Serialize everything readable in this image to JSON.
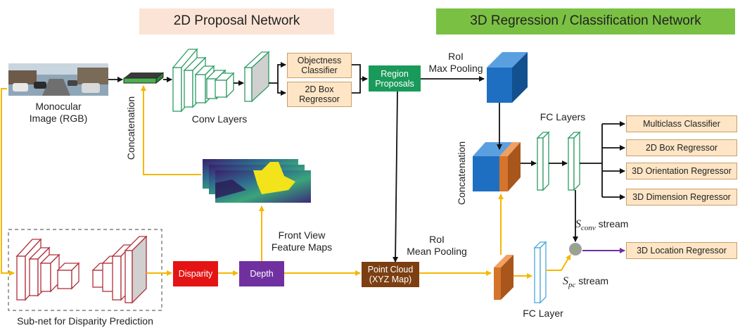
{
  "banners": {
    "proposal_network": "2D Proposal Network",
    "regression_network": "3D Regression / Classification Network"
  },
  "labels": {
    "monocular_image": "Monocular\nImage (RGB)",
    "conv_layers": "Conv Layers",
    "concatenation_left": "Concatenation",
    "roi_max_pooling": "RoI\nMax Pooling",
    "fc_layers": "FC Layers",
    "concatenation_right": "Concatenation",
    "front_view_feature_maps": "Front View\nFeature Maps",
    "roi_mean_pooling": "RoI\nMean Pooling",
    "subnet_disparity": "Sub-net for Disparity Prediction",
    "fc_layer": "FC Layer",
    "s_conv_stream_symbol": "S",
    "s_conv_stream_sub": "conv",
    "s_conv_stream_word": "stream",
    "s_pc_stream_symbol": "S",
    "s_pc_stream_sub": "pc",
    "s_pc_stream_word": "stream"
  },
  "boxes": {
    "objectness_classifier": "Objectness\nClassifier",
    "box_regressor_2d_proposal": "2D Box\nRegressor",
    "region_proposals": "Region\nProposals",
    "disparity": "Disparity",
    "depth": "Depth",
    "point_cloud": "Point Cloud\n(XYZ Map)"
  },
  "outputs": {
    "multiclass_classifier": "Multiclass Classifier",
    "box_regressor_2d": "2D Box Regressor",
    "orientation_regressor_3d": "3D Orientation Regressor",
    "dimension_regressor_3d": "3D Dimension Regressor",
    "location_regressor_3d": "3D Location Regressor"
  },
  "colors": {
    "proposal_banner": "#fbe4d5",
    "regression_banner": "#7ac143",
    "yellow_arrow": "#f5b800",
    "region_proposals": "#1a9a5a",
    "disparity": "#e41414",
    "depth": "#7030a0",
    "point_cloud": "#7b3f12",
    "blue_block": "#1e6fc2",
    "orange_block": "#d5742c",
    "purple_arrow": "#7030a0",
    "sum_node": "#9e9e9e"
  }
}
